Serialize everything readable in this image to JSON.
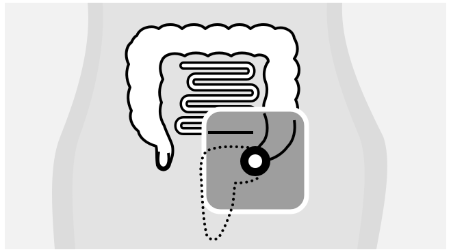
{
  "figure": {
    "subject": "colostomy-stoma-diagram",
    "colors": {
      "outer_background": "#ffffff",
      "panel_background": "#f2f2f2",
      "torso": "#dcdcdc",
      "inner_torso": "#e3e3e3",
      "outline": "#000000",
      "intestine_fill": "#ffffff",
      "highlight_box_fill": "#9e9e9e",
      "highlight_box_border": "#ffffff",
      "stoma_outer": "#000000",
      "stoma_inner": "#ffffff"
    },
    "parts": [
      {
        "name": "torso-silhouette"
      },
      {
        "name": "large-intestine"
      },
      {
        "name": "small-intestine"
      },
      {
        "name": "appendix"
      },
      {
        "name": "stoma-region-box"
      },
      {
        "name": "removed-bowel-dotted-outline"
      },
      {
        "name": "stoma-opening"
      }
    ]
  }
}
